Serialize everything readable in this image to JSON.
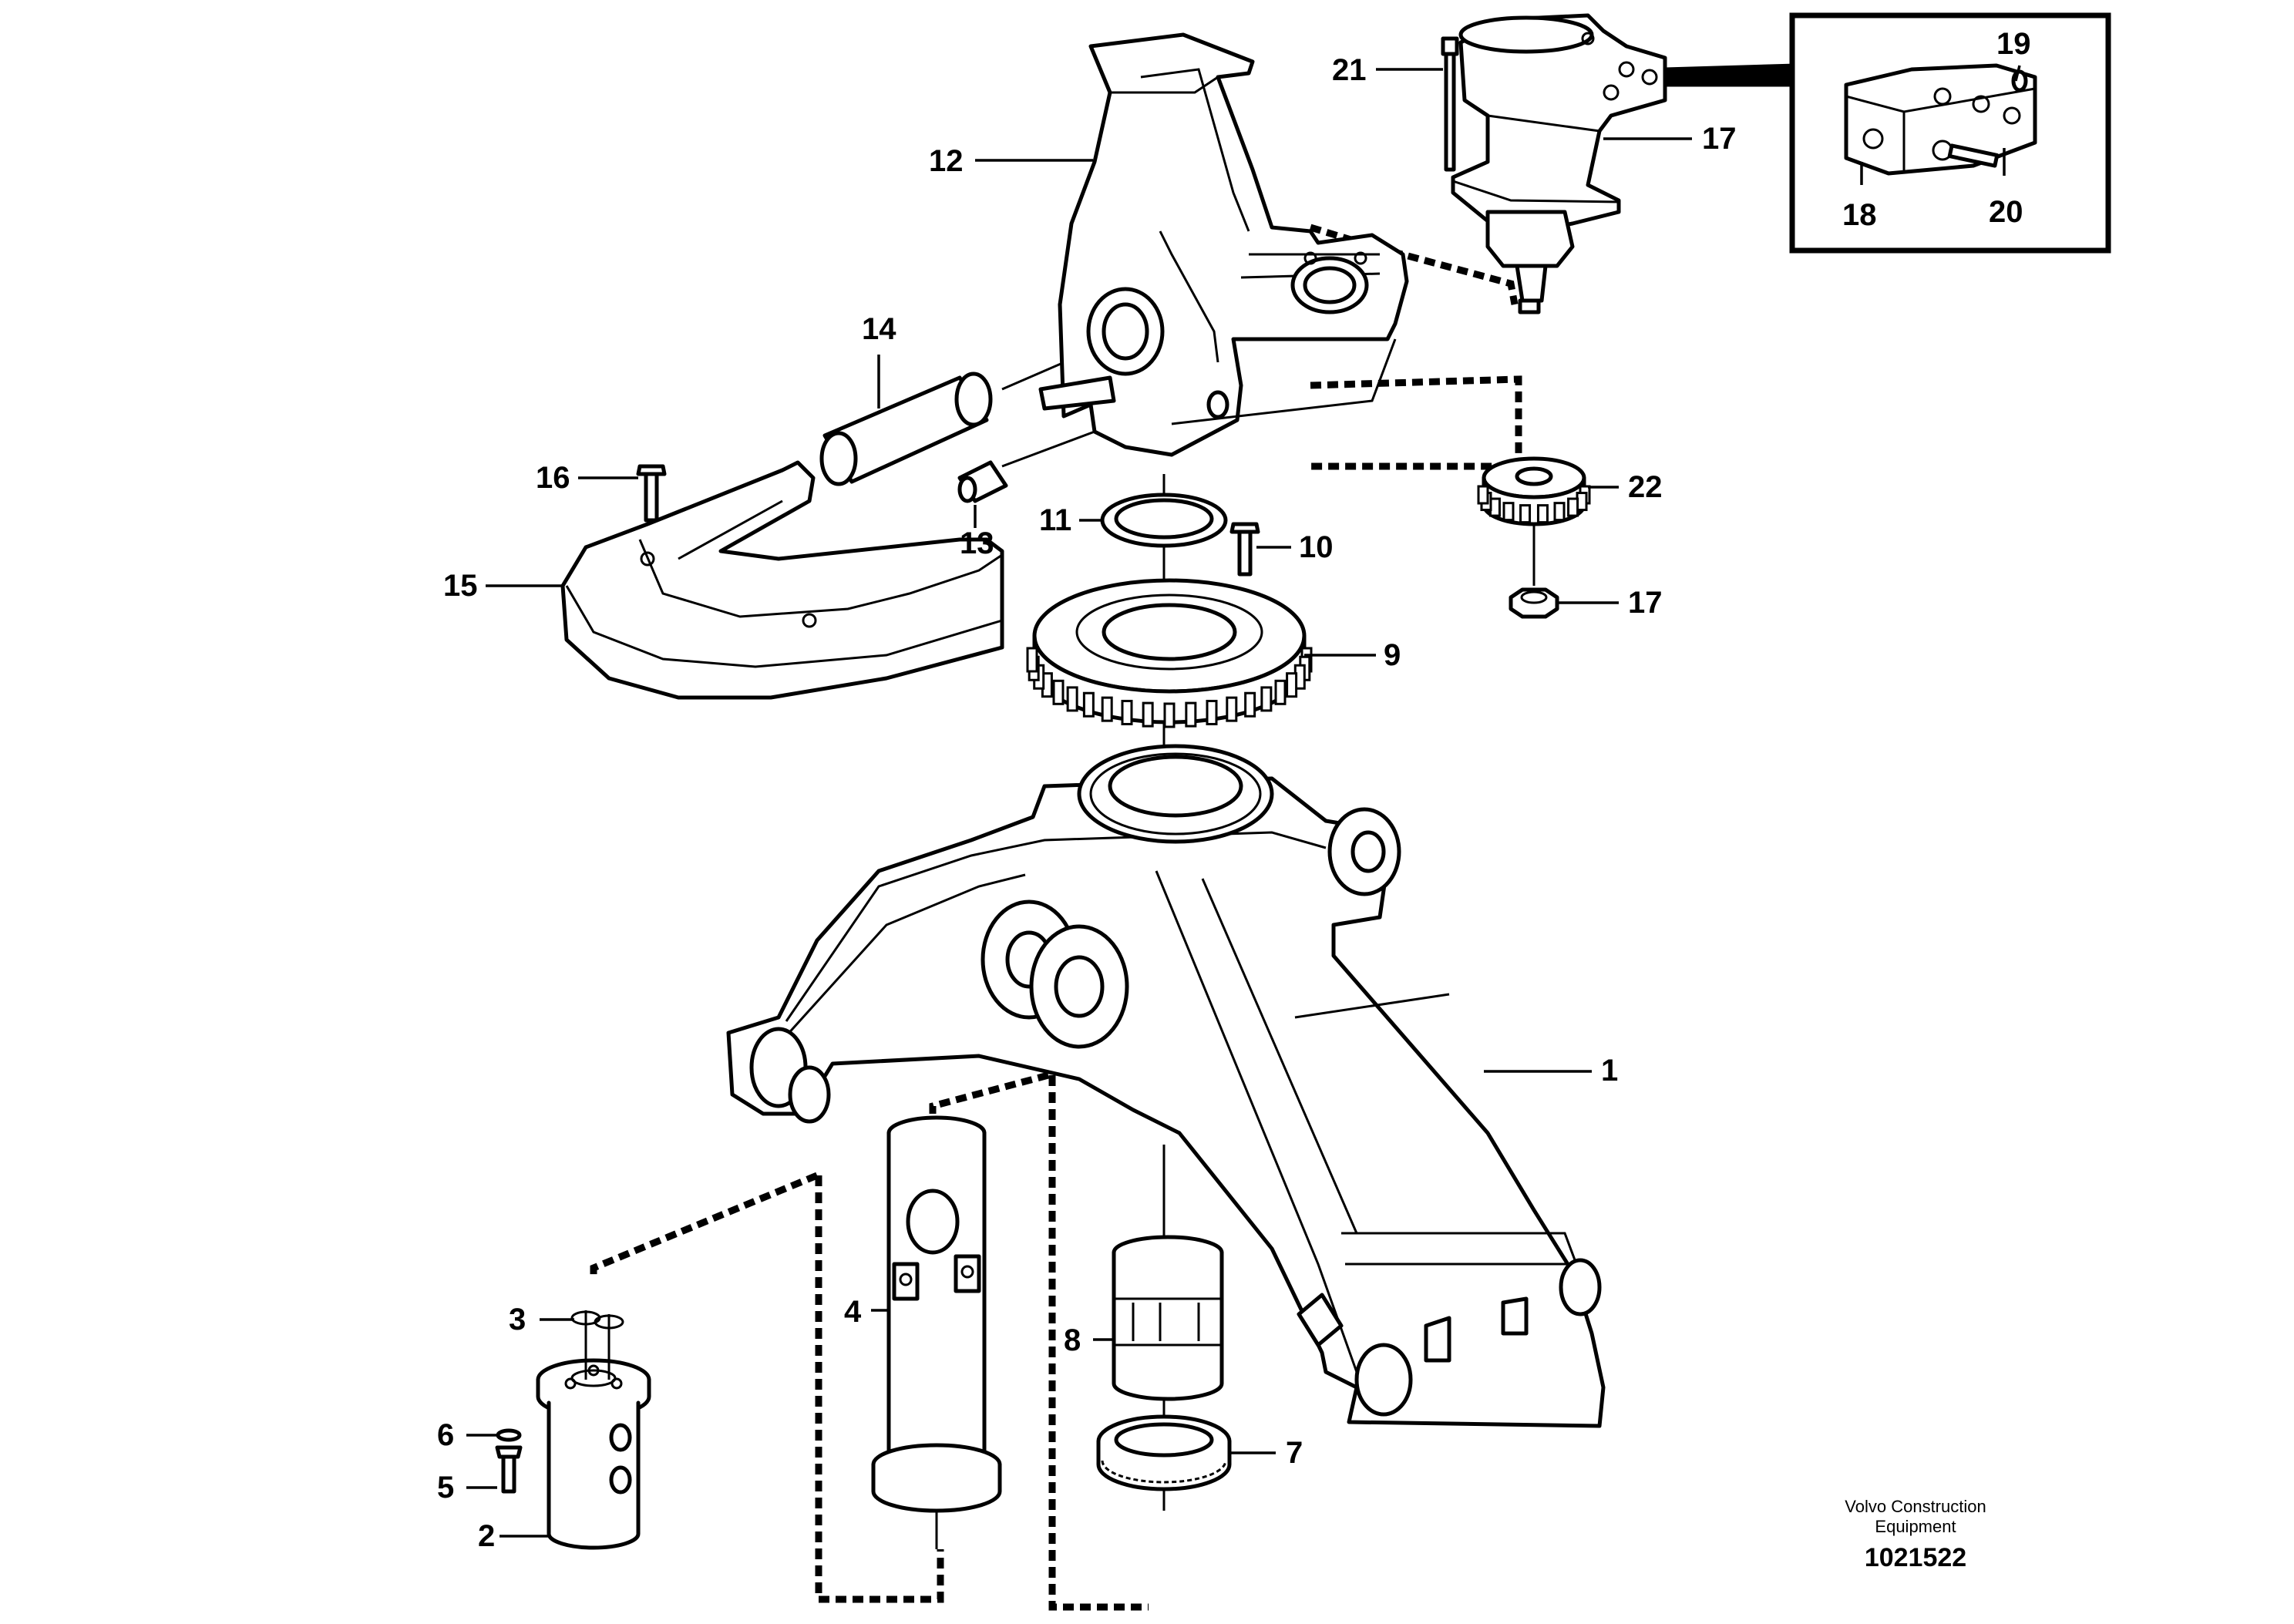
{
  "footer": {
    "company_line1": "Volvo Construction",
    "company_line2": "Equipment",
    "doc_number": "1021522"
  },
  "labels": {
    "l1": "1",
    "l2": "2",
    "l3": "3",
    "l4": "4",
    "l5": "5",
    "l6": "6",
    "l7": "7",
    "l8": "8",
    "l9": "9",
    "l10": "10",
    "l11": "11",
    "l12": "12",
    "l13": "13",
    "l14": "14",
    "l15": "15",
    "l16": "16",
    "l17a": "17",
    "l17b": "17",
    "l18": "18",
    "l19": "19",
    "l20": "20",
    "l21": "21",
    "l22": "22"
  }
}
